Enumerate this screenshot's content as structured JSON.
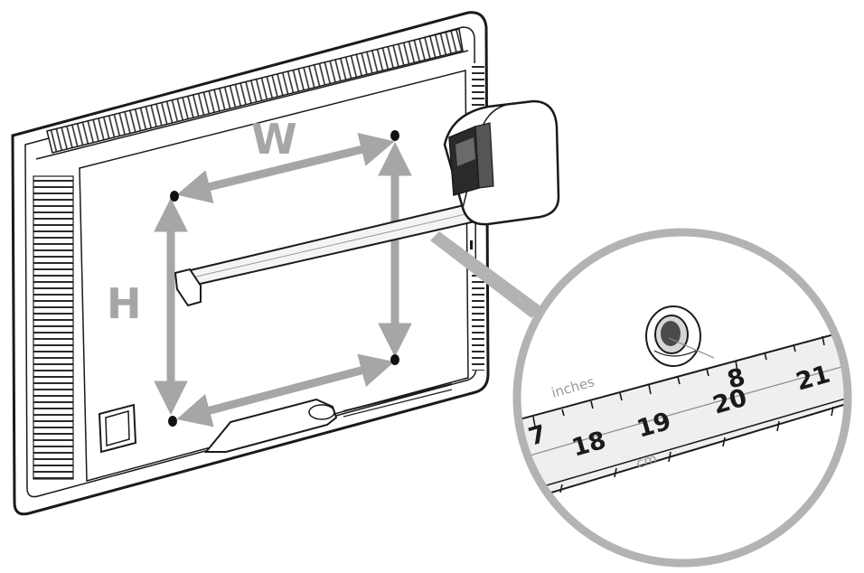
{
  "labels": {
    "width": "W",
    "height": "H"
  },
  "tape": {
    "unit_upper": "inches",
    "unit_lower": "cm",
    "inch_marks": [
      "7",
      "8"
    ],
    "cm_marks": [
      "18",
      "19",
      "20",
      "21"
    ]
  },
  "colors": {
    "arrow": "#a6a6a6",
    "outline": "#1a1a1a",
    "tape_fill": "#efefef",
    "lens_ring": "#b3b3b3"
  },
  "icons": [
    "tv-back-panel",
    "tape-measure",
    "magnifier-lens",
    "mounting-hole"
  ]
}
